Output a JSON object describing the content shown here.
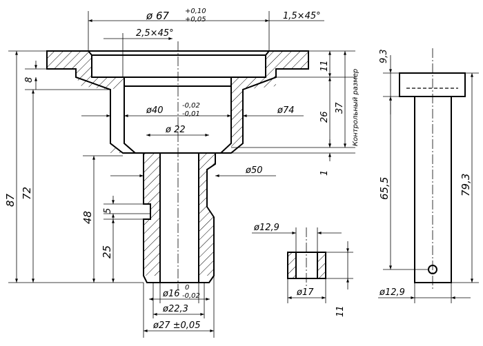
{
  "dimensions": {
    "d67": "ø 67",
    "d67_tol_upper": "+0,10",
    "d67_tol_lower": "+0,05",
    "chamfer_top_right": "1,5×45°",
    "chamfer_top_left": "2,5×45°",
    "d40": "ø40",
    "d40_tol_upper": "-0,02",
    "d40_tol_lower": "-0,01",
    "d22": "ø 22",
    "d74": "ø74",
    "d50": "ø50",
    "d16": "ø16",
    "d16_tol_upper": "0",
    "d16_tol_lower": "-0,02",
    "d22_3": "ø22,3",
    "d27": "ø27 ±0,05",
    "h87": "87",
    "h72": "72",
    "h8": "8",
    "h48": "48",
    "h5": "5",
    "h25": "25",
    "h11_top": "11",
    "h26": "26",
    "h37": "37",
    "h1": "1",
    "control_size_note": "Контрольный размер",
    "bushing_d12_9": "ø12,9",
    "bushing_d17": "ø17",
    "bushing_h11": "11",
    "pin_h9_3": "9,3",
    "pin_h65_5": "65,5",
    "pin_h79_3": "79,3",
    "pin_d12_9": "ø12,9"
  }
}
